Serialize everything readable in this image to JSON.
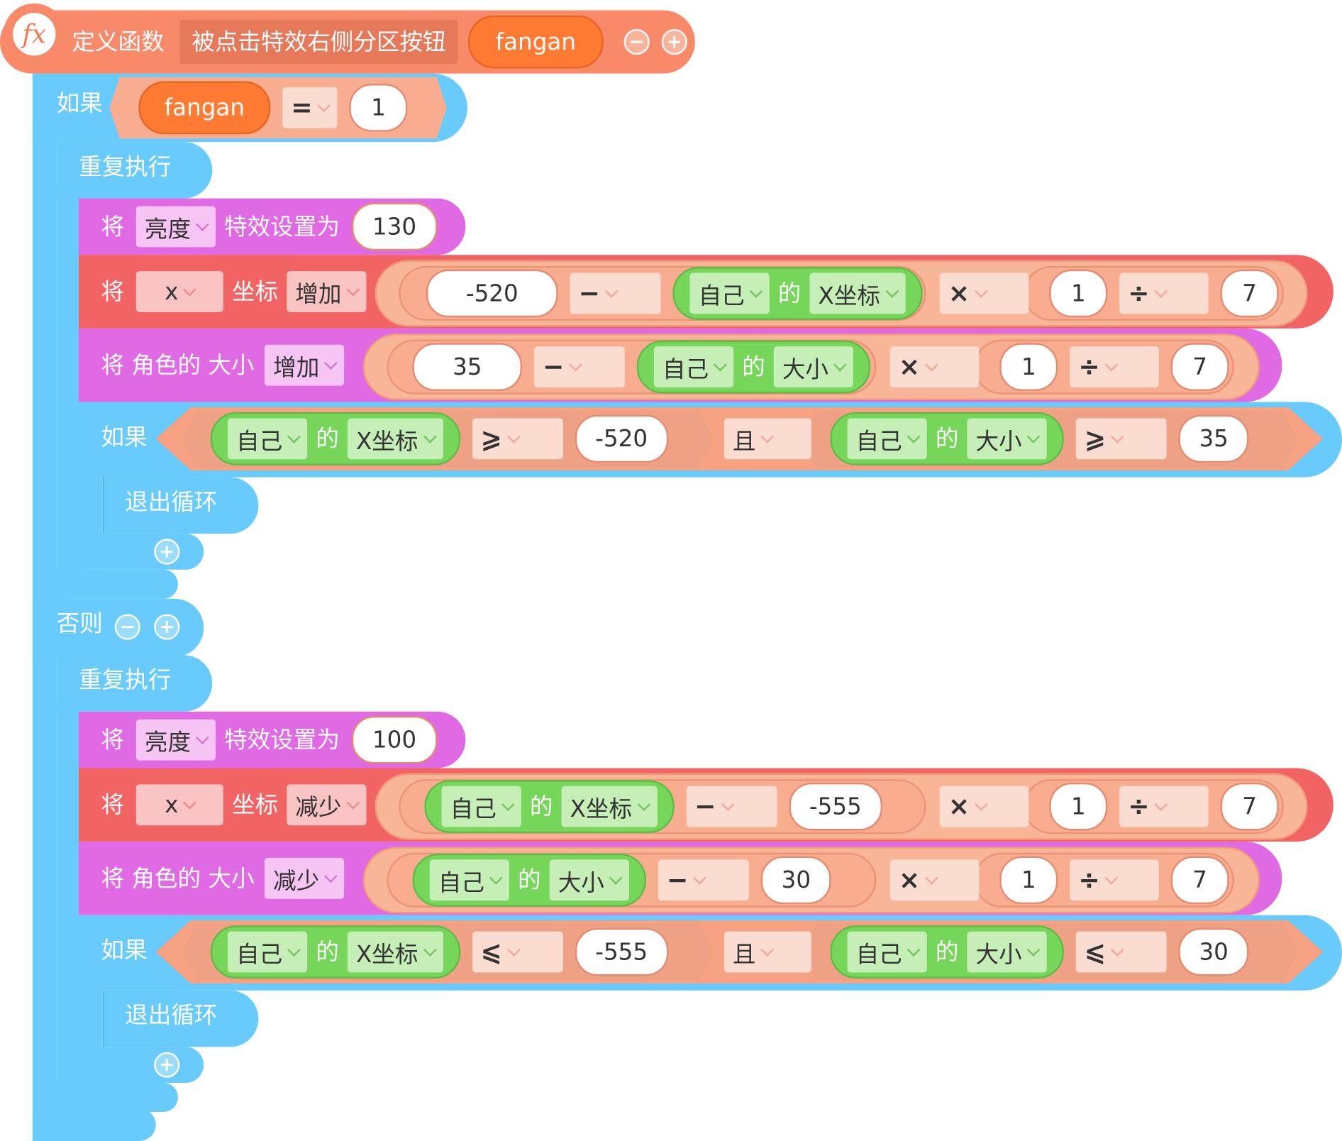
{
  "header": {
    "fx_label": "fx",
    "define_label": "定义函数",
    "function_name": "被点击特效右侧分区按钮",
    "param": "fangan",
    "minus": "−",
    "plus": "+"
  },
  "if_block": {
    "if_label": "如果",
    "param": "fangan",
    "op": "=",
    "value": "1"
  },
  "branch_then": {
    "repeat_label": "重复执行",
    "set_effect": {
      "prefix": "将",
      "effect": "亮度",
      "suffix": "特效设置为",
      "value": "130"
    },
    "coord": {
      "prefix": "将",
      "axis": "x",
      "coord_label": "坐标",
      "mode": "增加",
      "a": "-520",
      "op1": "−",
      "self": "自己",
      "of": "的",
      "prop": "X坐标",
      "op2": "×",
      "b": "1",
      "op3": "÷",
      "c": "7"
    },
    "size": {
      "prefix": "将 角色的 大小",
      "mode": "增加",
      "a": "35",
      "op1": "−",
      "self": "自己",
      "of": "的",
      "prop": "大小",
      "op2": "×",
      "b": "1",
      "op3": "÷",
      "c": "7"
    },
    "cond": {
      "if_label": "如果",
      "self1": "自己",
      "of1": "的",
      "prop1": "X坐标",
      "cmp1": "⩾",
      "v1": "-520",
      "and": "且",
      "self2": "自己",
      "of2": "的",
      "prop2": "大小",
      "cmp2": "⩾",
      "v2": "35"
    },
    "break_label": "退出循环",
    "plus": "+"
  },
  "else_block": {
    "else_label": "否则",
    "minus": "−",
    "plus": "+"
  },
  "branch_else": {
    "repeat_label": "重复执行",
    "set_effect": {
      "prefix": "将",
      "effect": "亮度",
      "suffix": "特效设置为",
      "value": "100"
    },
    "coord": {
      "prefix": "将",
      "axis": "x",
      "coord_label": "坐标",
      "mode": "减少",
      "self": "自己",
      "of": "的",
      "prop": "X坐标",
      "op1": "−",
      "a": "-555",
      "op2": "×",
      "b": "1",
      "op3": "÷",
      "c": "7"
    },
    "size": {
      "prefix": "将 角色的 大小",
      "mode": "减少",
      "self": "自己",
      "of": "的",
      "prop": "大小",
      "op1": "−",
      "a": "30",
      "op2": "×",
      "b": "1",
      "op3": "÷",
      "c": "7"
    },
    "cond": {
      "if_label": "如果",
      "self1": "自己",
      "of1": "的",
      "prop1": "X坐标",
      "cmp1": "⩽",
      "v1": "-555",
      "and": "且",
      "self2": "自己",
      "of2": "的",
      "prop2": "大小",
      "cmp2": "⩽",
      "v2": "30"
    },
    "break_label": "退出循环",
    "plus": "+"
  },
  "colors": {
    "event_orange": "#f88a6a",
    "control_blue": "#68cbfb",
    "looks_purple": "#e069e4",
    "motion_red": "#f26464",
    "operator_salmon": "#f8ad90",
    "sensing_green": "#76d65a",
    "param_orange": "#ff7a33"
  }
}
